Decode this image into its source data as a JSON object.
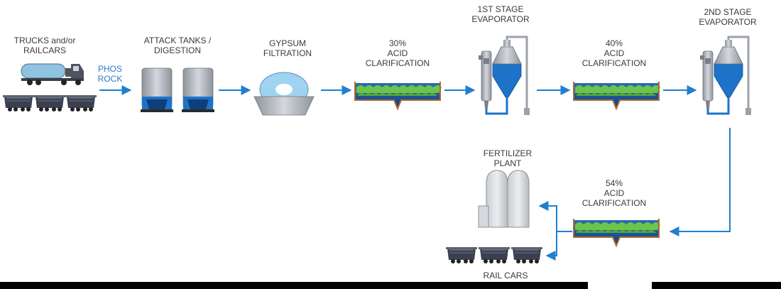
{
  "labels": {
    "trucks": [
      "TRUCKS and/or",
      "RAILCARS"
    ],
    "phos": [
      "PHOS",
      "ROCK"
    ],
    "attack": [
      "ATTACK TANKS /",
      "DIGESTION"
    ],
    "gypsum": [
      "GYPSUM",
      "FILTRATION"
    ],
    "clar30": [
      "30%",
      "ACID",
      "CLARIFICATION"
    ],
    "evap1": [
      "1ST STAGE",
      "EVAPORATOR"
    ],
    "clar40": [
      "40%",
      "ACID",
      "CLARIFICATION"
    ],
    "evap2": [
      "2ND STAGE",
      "EVAPORATOR"
    ],
    "fert": [
      "FERTILIZER",
      "PLANT"
    ],
    "clar54": [
      "54%",
      "ACID",
      "CLARIFICATION"
    ],
    "railcars": "RAIL CARS"
  },
  "colors": {
    "flow": "#1f7fd1",
    "label": "#3a3a3a",
    "tank_water": "#1d4f9a",
    "tank_foam": "#6cc54a",
    "tank_frame": "#b06a2e",
    "equipment_gray": "#b9bdc4",
    "equipment_blue": "#1e73c9"
  }
}
